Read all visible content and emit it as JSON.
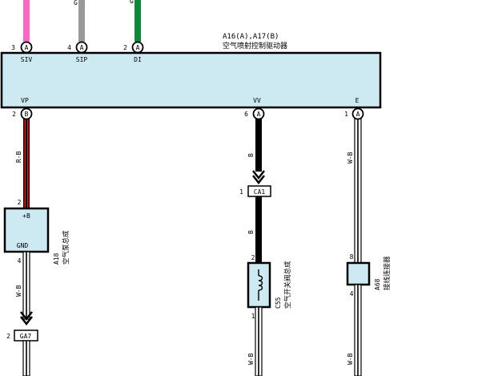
{
  "colors": {
    "ecu_fill": "#cdeaf2",
    "pink": "#ff66c4",
    "gray": "#999999",
    "green": "#0c8a3a",
    "red": "#e02020",
    "black": "#000000"
  },
  "ecu": {
    "code": "A16(A),A17(B)",
    "name": "空气喷射控制驱动器",
    "pins_top": [
      {
        "num": "3",
        "conn": "A",
        "name": "SIV"
      },
      {
        "num": "4",
        "conn": "A",
        "name": "SIP"
      },
      {
        "num": "2",
        "conn": "A",
        "name": "DI"
      }
    ],
    "pins_bottom": [
      {
        "num": "2",
        "conn": "B",
        "name": "VP"
      },
      {
        "num": "6",
        "conn": "A",
        "name": "VV"
      },
      {
        "num": "1",
        "conn": "A",
        "name": "E"
      }
    ],
    "top_wire_labels": [
      "G",
      "G"
    ]
  },
  "wires": {
    "vp_color": "R-B",
    "vv_color_upper": "B",
    "vv_color_lower": "B",
    "e_color": "W-B",
    "pump_out_color": "W-B",
    "valve_out_color": "W-B",
    "junction_out_color": "W-B"
  },
  "pump": {
    "code": "A18",
    "name": "空气泵总成",
    "pin_top": "2",
    "pin_bottom": "4",
    "label_pos": "+B",
    "label_gnd": "GND"
  },
  "connector_ca1": {
    "pin": "1",
    "name": "CA1"
  },
  "connector_ga7": {
    "pin": "2",
    "name": "GA7"
  },
  "valve": {
    "code": "C55",
    "name": "空气开关阀总成",
    "pin_top": "2",
    "pin_bottom": "1"
  },
  "junction": {
    "code": "A68",
    "name": "接线连接器",
    "pin_top": "8",
    "pin_bottom": "4"
  }
}
